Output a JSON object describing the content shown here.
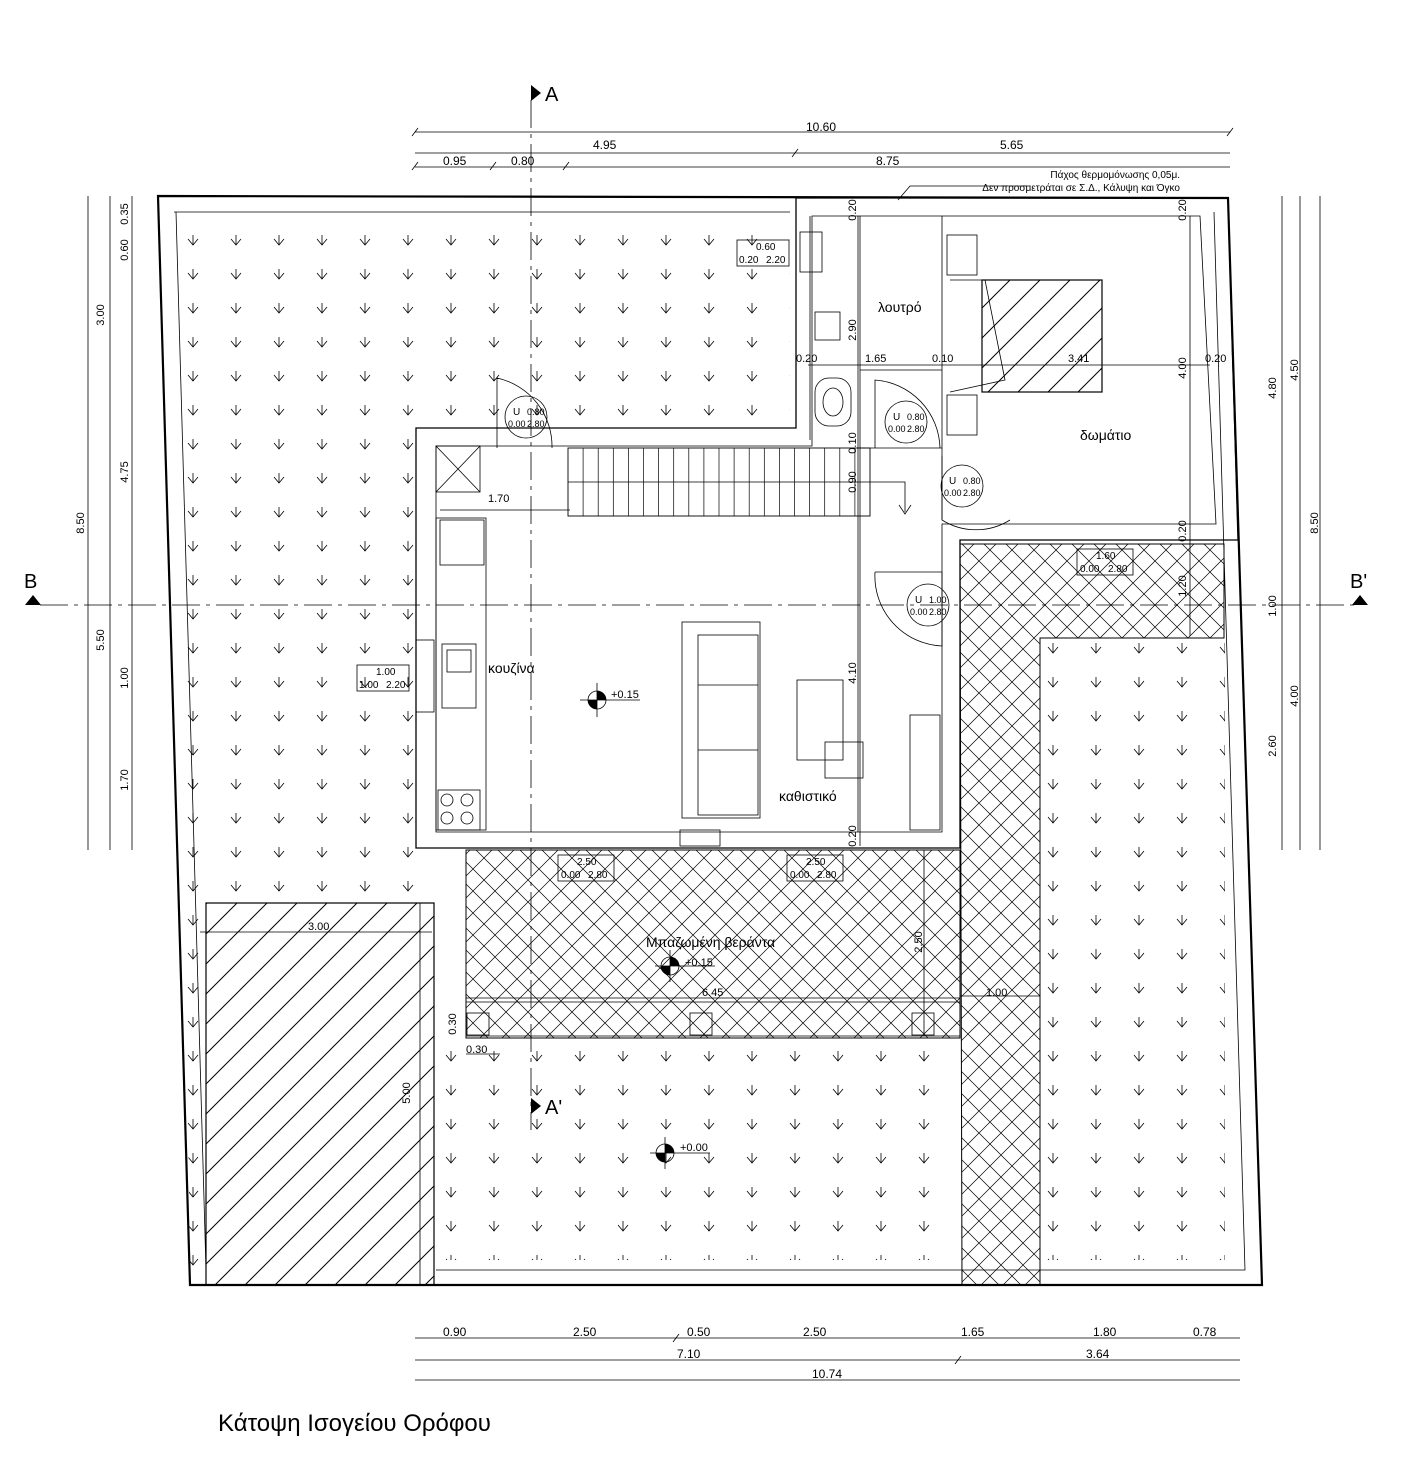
{
  "sections": {
    "a": "A",
    "a_prime": "A'",
    "b": "B",
    "b_prime": "B'"
  },
  "dims_top": {
    "total": "10.60",
    "left": "4.95",
    "right": "5.65",
    "s1": "0.95",
    "s2": "0.80",
    "s3": "8.75"
  },
  "insulation_note": {
    "line1": "Πάχος θερμομόνωσης 0,05μ.",
    "line2": "Δεν προσμετράται σε Σ.Δ., Κάλυψη και Όγκο"
  },
  "dims_left": {
    "outer": "8.50",
    "upper": "3.00",
    "lower": "5.50",
    "s1": "0.35",
    "s2": "0.60",
    "s3": "4.75",
    "s4": "1.00",
    "s5": "1.70"
  },
  "dims_right": {
    "outer": "8.50",
    "r1": "4.80",
    "r2": "4.50",
    "r3": "1.00",
    "r4": "4.00",
    "r5": "2.60"
  },
  "dims_bottom": {
    "b1": "0.90",
    "b2": "2.50",
    "b3": "0.50",
    "b4": "2.50",
    "b5": "1.65",
    "b6": "1.80",
    "b7": "0.78",
    "t1": "7.10",
    "t2": "3.64",
    "total": "10.74"
  },
  "rooms": {
    "bath": "λουτρό",
    "bedroom": "δωμάτιο",
    "kitchen": "κουζίνα",
    "living": "καθιστικό",
    "veranda": "Μπαζωμένη βεράντα"
  },
  "levels": {
    "interior": "+0.15",
    "veranda": "+0.15",
    "yard": "+0.00"
  },
  "inner_dims": {
    "bath_h": "2.90",
    "bath_w": "1.65",
    "wall1": "0.20",
    "wall2": "0.10",
    "bed_w": "3.41",
    "bed_h": "4.00",
    "wall3": "0.20",
    "stair": "1.70",
    "living_h": "4.10",
    "hall1": "0.90",
    "hall2": "0.10",
    "wall4": "0.20",
    "wall5": "0.20",
    "wall6": "0.20",
    "wall7": "0.20",
    "v1": "1.20",
    "ver_h": "2.50",
    "ver_w": "6.45",
    "strip_w": "1.00",
    "pier1": "0.30",
    "pier2": "0.30",
    "park_w": "3.00",
    "park_h": "5.00"
  },
  "door_tags": [
    {
      "u": "U",
      "w": "0.80",
      "sill": "0.00",
      "h": "2.80"
    },
    {
      "u": "U",
      "w": "0.80",
      "sill": "0.00",
      "h": "2.80"
    },
    {
      "u": "U",
      "w": "0.80",
      "sill": "0.00",
      "h": "2.80"
    },
    {
      "u": "U",
      "w": "1.00",
      "sill": "0.00",
      "h": "2.80"
    }
  ],
  "window_tags": [
    {
      "w": "0.60",
      "sill": "0.20",
      "h": "2.20"
    },
    {
      "w": "1.00",
      "sill": "1.00",
      "h": "2.20"
    },
    {
      "w": "1.60",
      "sill": "0.00",
      "h": "2.80"
    },
    {
      "w": "2.50",
      "sill": "0.00",
      "h": "2.80"
    },
    {
      "w": "2.50",
      "sill": "0.00",
      "h": "2.80"
    }
  ],
  "title": "Κάτοψη Ισογείου Ορόφου"
}
